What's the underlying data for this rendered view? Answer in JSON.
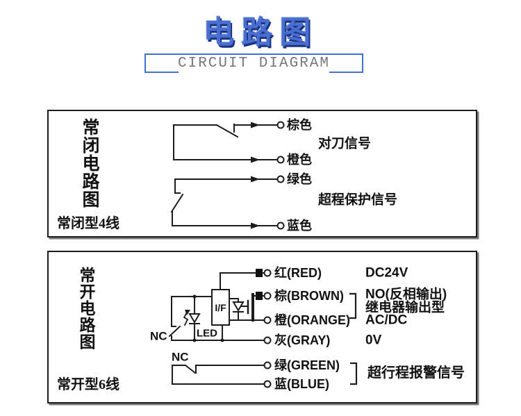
{
  "header": {
    "title": "电路图",
    "subtitle": "CIRCUIT DIAGRAM"
  },
  "colors": {
    "title_blue": "#4a6ed0",
    "title_shadow_navy": "#1a3380",
    "subtitle_border_blue": "#3f6fd2",
    "subtitle_text_gray": "#787878",
    "line_black": "#1c1c1c"
  },
  "panel_nc": {
    "vertical_title": "常\n闭\n电\n路\n图",
    "type_label": "常闭型4线",
    "wires": [
      {
        "id": "brown",
        "label": "棕色"
      },
      {
        "id": "orange",
        "label": "橙色"
      },
      {
        "id": "green",
        "label": "绿色"
      },
      {
        "id": "blue",
        "label": "蓝色"
      }
    ],
    "signals": [
      {
        "id": "tool-setting-signal",
        "label": "对刀信号"
      },
      {
        "id": "overtravel-protection-signal",
        "label": "超程保护信号"
      }
    ]
  },
  "panel_no": {
    "vertical_title": "常\n开\n电\n路\n图",
    "type_label": "常开型6线",
    "nc_switch_label_top": "NC",
    "nc_switch_label_bottom": "NC",
    "if_box_label": "I/F",
    "led_label": "LED",
    "wires": [
      {
        "id": "red",
        "label": "红(RED)",
        "annotation": "DC24V"
      },
      {
        "id": "brown",
        "label": "棕(BROWN)"
      },
      {
        "id": "orange",
        "label": "橙(ORANGE)"
      },
      {
        "id": "gray",
        "label": "灰(GRAY)",
        "annotation": "0V"
      },
      {
        "id": "green",
        "label": "绿(GREEN)"
      },
      {
        "id": "blue",
        "label": "蓝(BLUE)"
      }
    ],
    "output_type_annotation": {
      "line1": "NO(反相输出)",
      "line2": "继电器输出型",
      "line3": "AC/DC"
    },
    "alarm_annotation": "超行程报警信号"
  }
}
